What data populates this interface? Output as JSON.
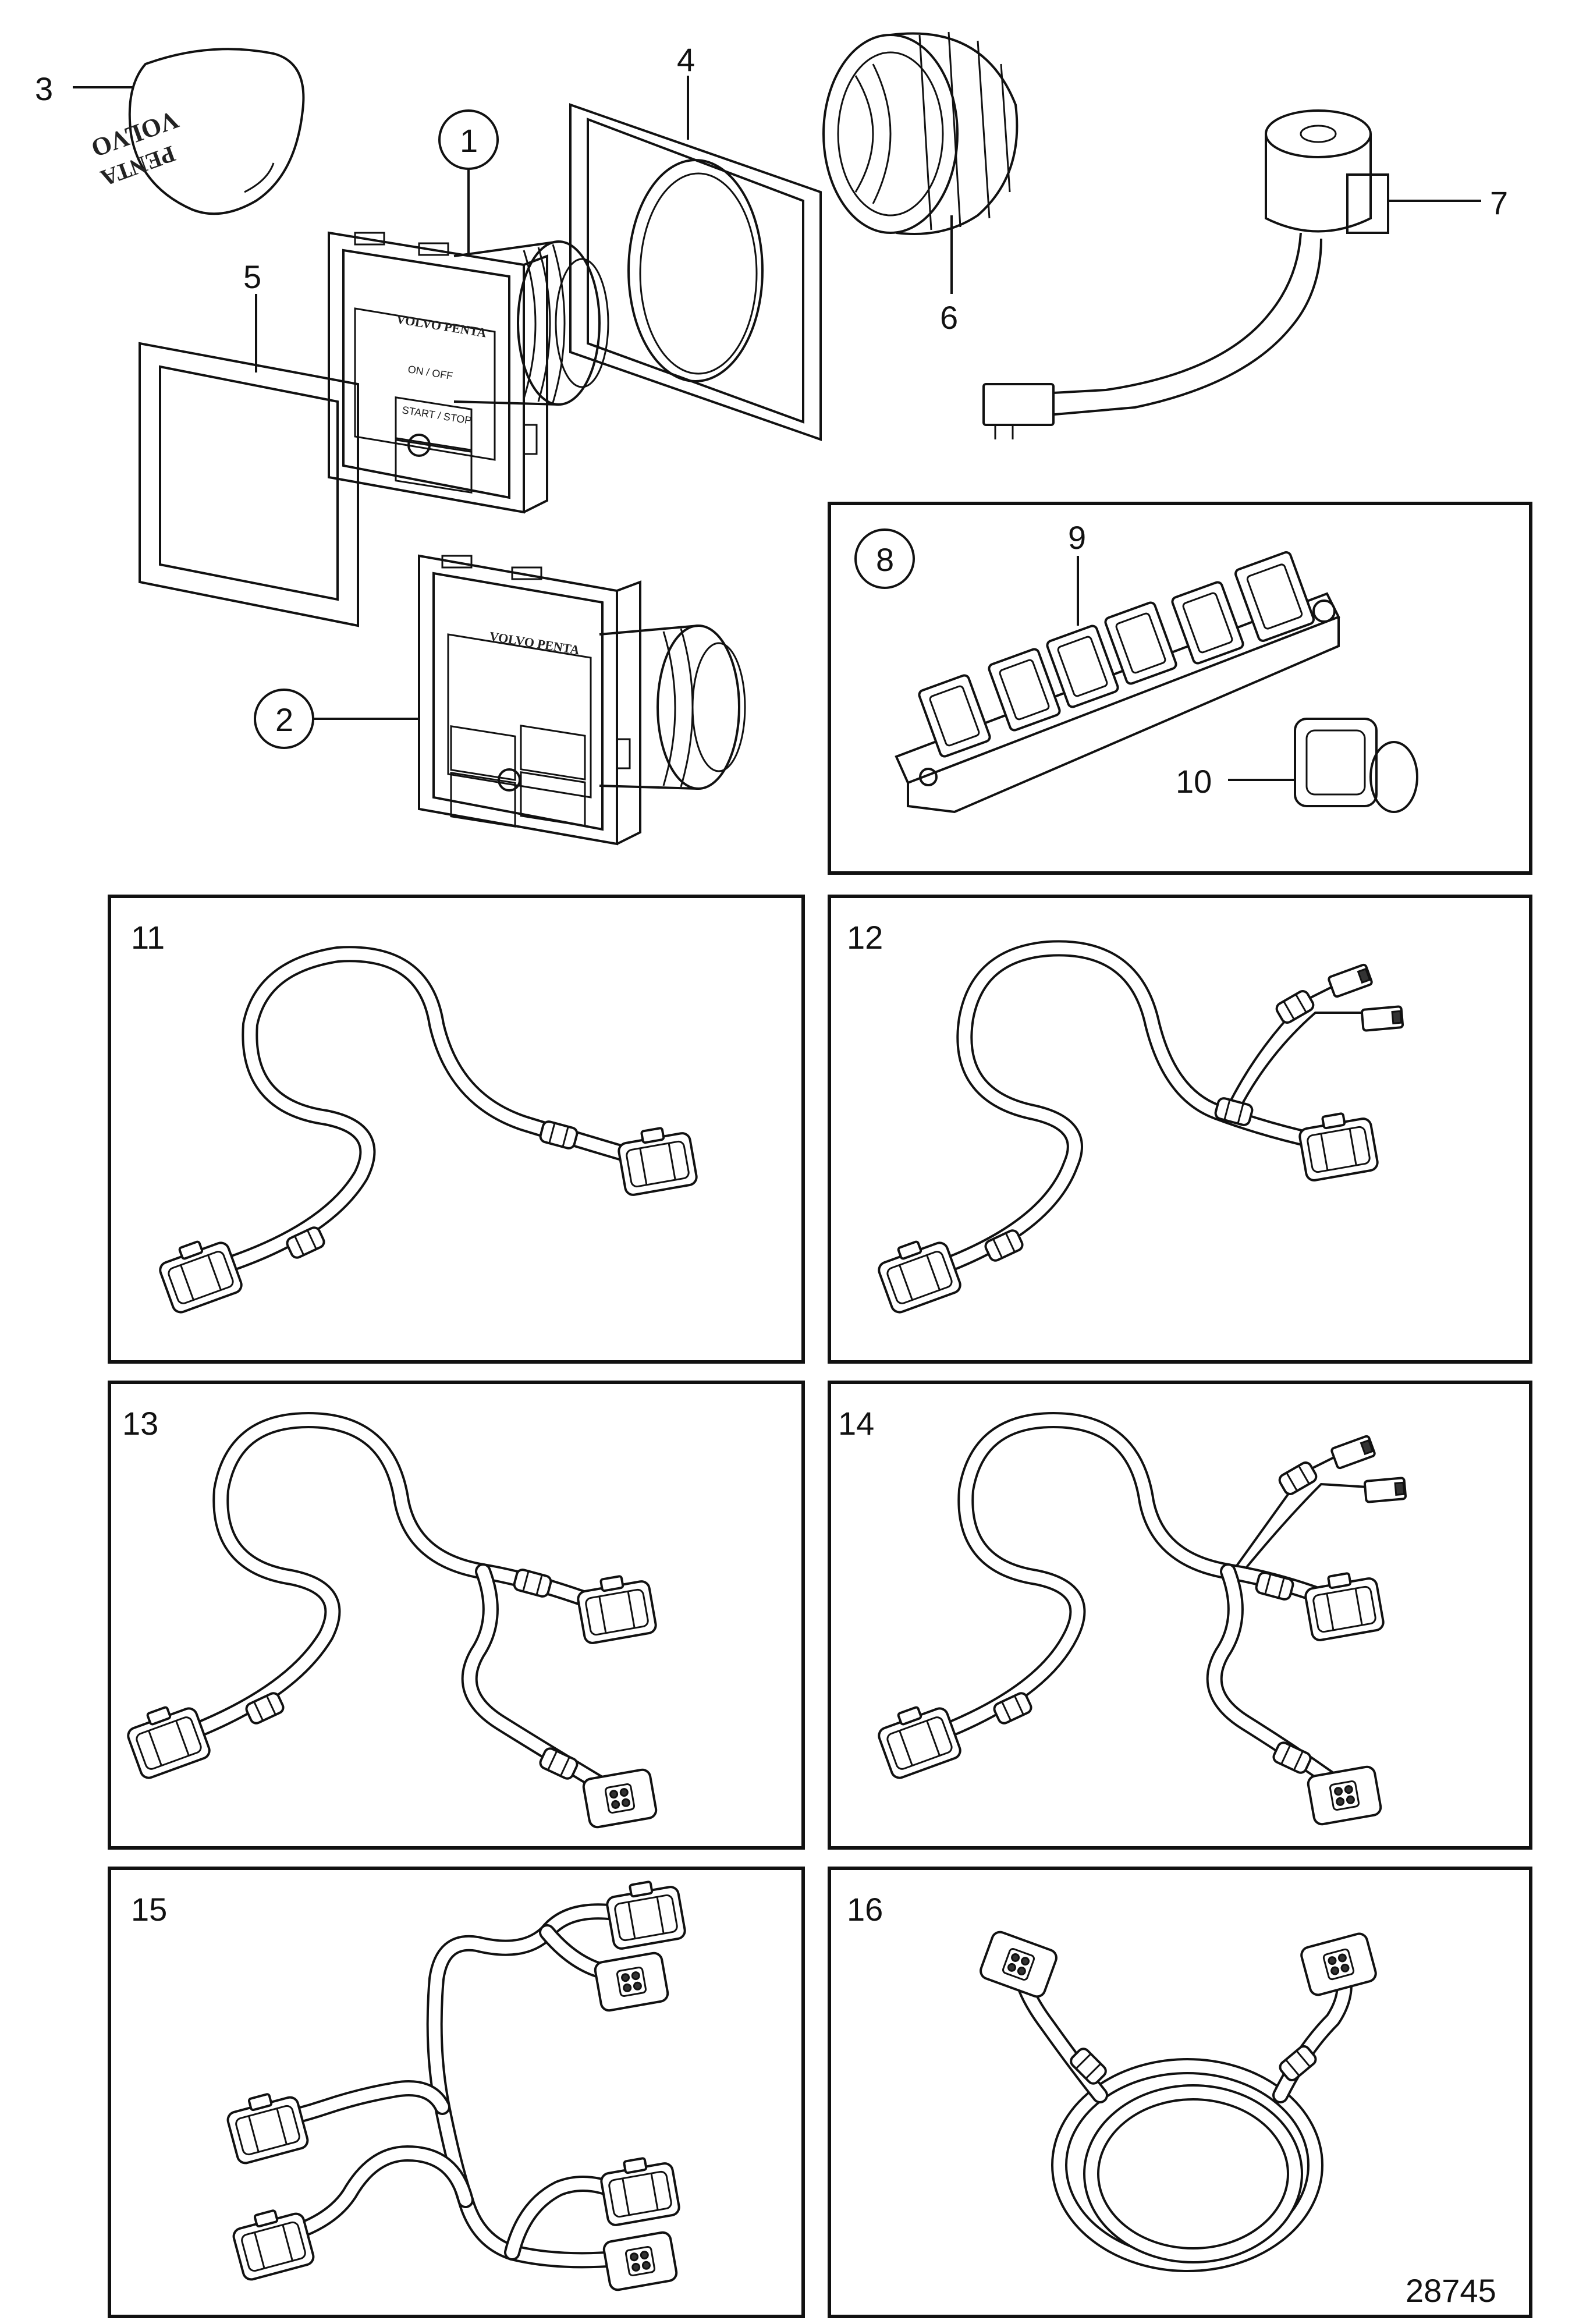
{
  "labels": {
    "p1": "1",
    "p2": "2",
    "p3": "3",
    "p4": "4",
    "p5": "5",
    "p6": "6",
    "p7": "7",
    "p8": "8",
    "p9": "9",
    "p10": "10",
    "p11": "11",
    "p12": "12",
    "p13": "13",
    "p14": "14",
    "p15": "15",
    "p16": "16"
  },
  "brand_text": "VOLVO PENTA",
  "brand_text_key_1": "VOLVO",
  "brand_text_key_2": "PENTA",
  "panel1_buttons": [
    "ON / OFF",
    "START / STOP"
  ],
  "figure_number": "28745"
}
